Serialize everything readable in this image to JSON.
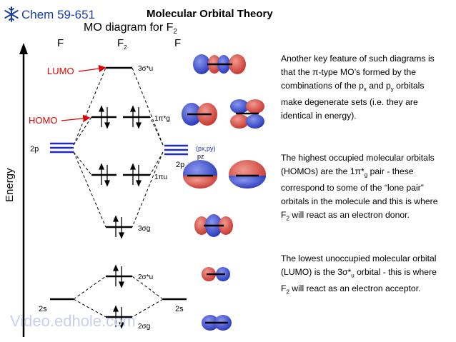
{
  "header": {
    "course": "Chem 59-651",
    "title": "Molecular Orbital Theory",
    "subtitle_main": "MO diagram for F",
    "subtitle_sub": "2"
  },
  "columns": {
    "left": "F",
    "center_main": "F",
    "center_sub": "2",
    "right": "F"
  },
  "diagram": {
    "axis_label": "Energy",
    "lumo_label": "LUMO",
    "homo_label": "HOMO",
    "left_2p": "2p",
    "right_2p": "2p",
    "left_2s": "2s",
    "right_2s": "2s",
    "p_annotation_1": "(px,py)",
    "p_annotation_2": "pz",
    "mo_labels": [
      "3σ*u",
      "1π*g",
      "1πu",
      "3σg",
      "2σ*u",
      "2σg"
    ]
  },
  "text": {
    "p1_a": "Another key feature of such diagrams is that the π-type MO’s formed by the combinations of the p",
    "p1_sub1": "x",
    "p1_b": " and p",
    "p1_sub2": "y",
    "p1_c": " orbitals make degenerate sets (i.e. they are identical in energy).",
    "p2_a": "The highest occupied molecular orbitals (HOMOs) are the 1π*",
    "p2_sub1": "g",
    "p2_b": " pair - these correspond to some of the “lone pair” orbitals in the molecule and this is where F",
    "p2_sub2": "2",
    "p2_c": " will react as an electron donor.",
    "p3_a": "The lowest unoccupied molecular orbital (LUMO) is the 3σ*",
    "p3_sub1": "u",
    "p3_b": " orbital - this is where F",
    "p3_sub2": "2",
    "p3_c": " will react as an electron acceptor."
  },
  "watermark": "Video.edhole.com",
  "colors": {
    "accent_blue": "#1a3f9e",
    "label_red": "#dd0000",
    "lobe_red": "#d9463a",
    "lobe_blue": "#3a4fd0",
    "level_blue": "#1f2ac0"
  },
  "icons": {
    "logo": "snowflake-logo-icon"
  }
}
